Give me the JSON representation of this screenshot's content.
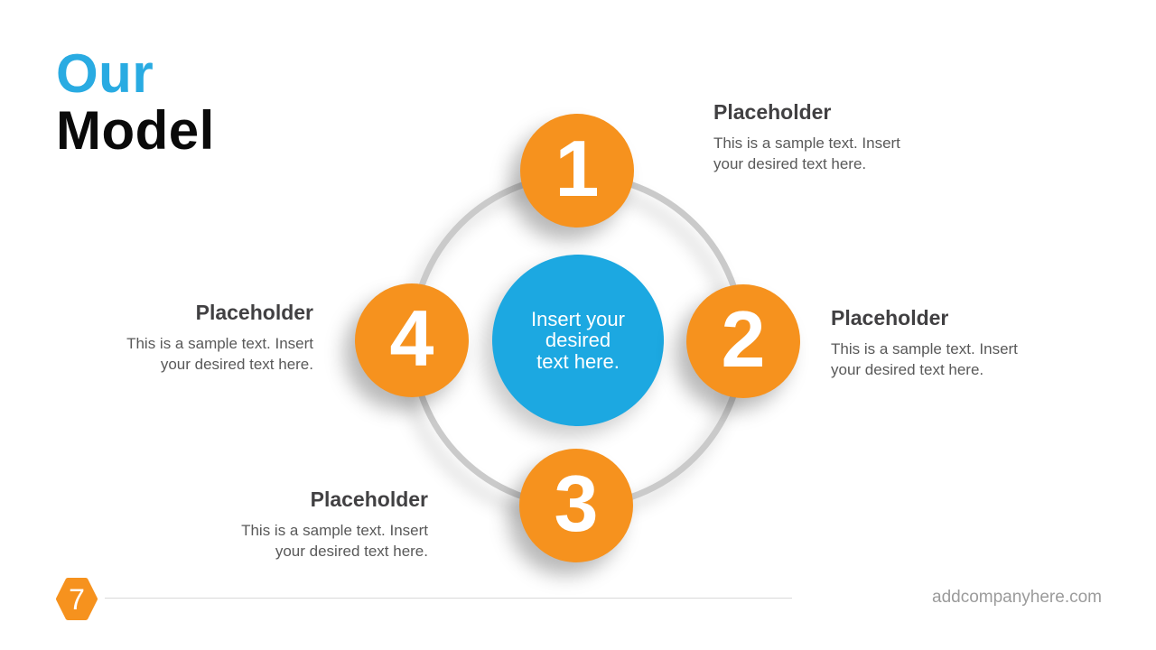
{
  "slide": {
    "title": {
      "line1": "Our",
      "line2": "Model"
    },
    "diagram": {
      "center_text": "Insert your\ndesired\ntext here.",
      "steps": [
        {
          "number": "1",
          "heading": "Placeholder",
          "body": "This is a sample text. Insert\nyour desired text here."
        },
        {
          "number": "2",
          "heading": "Placeholder",
          "body": "This is a sample text. Insert\nyour desired text here."
        },
        {
          "number": "3",
          "heading": "Placeholder",
          "body": "This is a sample text. Insert\nyour desired text here."
        },
        {
          "number": "4",
          "heading": "Placeholder",
          "body": "This is a sample text. Insert\nyour desired text here."
        }
      ]
    },
    "footer": {
      "page_number": "7",
      "website": "addcompanyhere.com"
    },
    "colors": {
      "accent_blue": "#29ABE2",
      "center_circle_blue": "#1CA8E1",
      "accent_orange": "#F6921E",
      "ring_gray": "#CACACA",
      "heading_gray": "#414042",
      "body_gray": "#595959",
      "footer_gray": "#9B9B9B",
      "title_black": "#0A0A0A"
    }
  }
}
